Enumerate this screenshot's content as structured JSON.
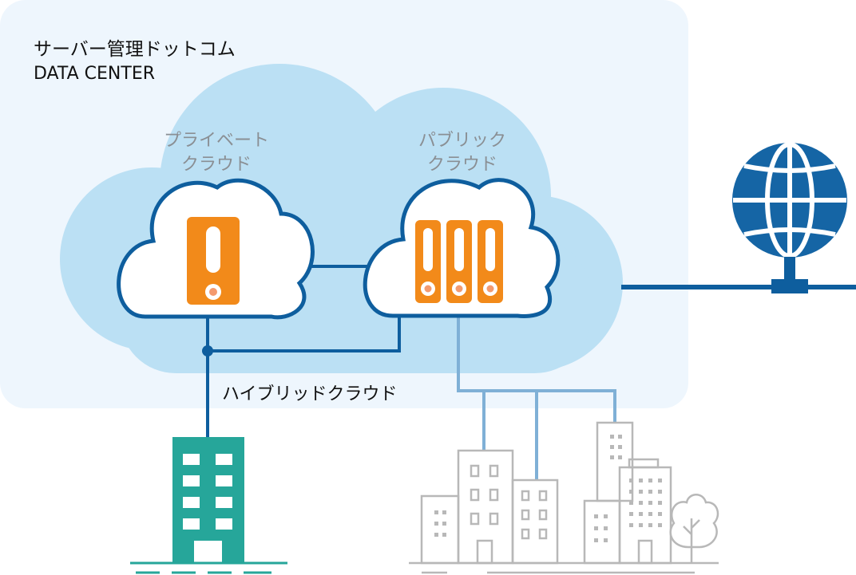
{
  "header": {
    "title": "サーバー管理ドットコム",
    "subtitle": "DATA CENTER"
  },
  "clouds": {
    "private": {
      "line1": "プライベート",
      "line2": "クラウド",
      "icon": "server-icon"
    },
    "public": {
      "line1": "パブリック",
      "line2": "クラウド",
      "icon": "server-rack-icon"
    }
  },
  "hybrid_label": "ハイブリッドクラウド",
  "icons": [
    "globe-icon",
    "office-building-icon",
    "city-buildings-icon",
    "tree-icon"
  ],
  "colors": {
    "panel_bg": "#eef6fd",
    "big_cloud": "#bbe0f4",
    "line_dark": "#0e5e9e",
    "line_light": "#7fb0d6",
    "server_orange": "#f28a1a",
    "server_light_orange": "#f49a6e",
    "office_teal": "#26a69a",
    "city_gray": "#b8b8b8"
  }
}
